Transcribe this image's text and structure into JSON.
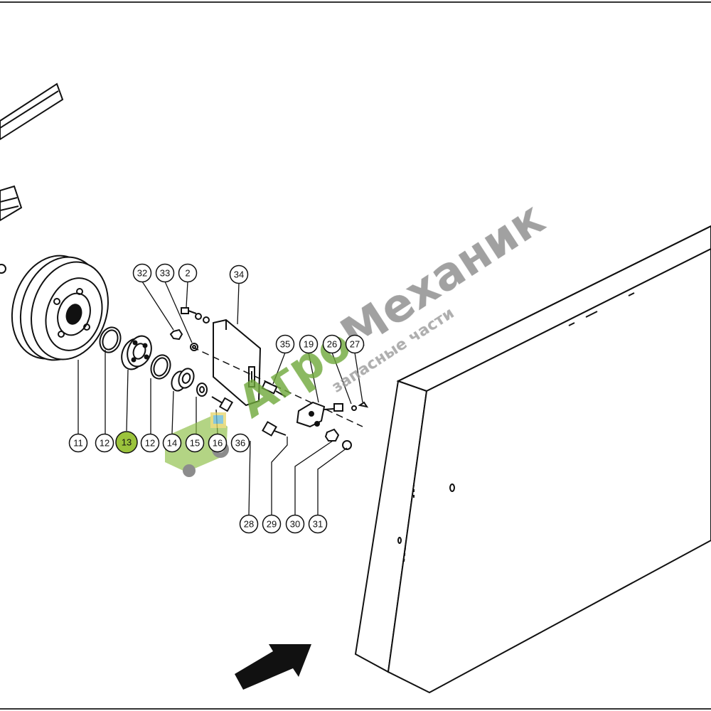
{
  "callouts": [
    {
      "label": "32",
      "highlight": false
    },
    {
      "label": "33",
      "highlight": false
    },
    {
      "label": "2",
      "highlight": false
    },
    {
      "label": "34",
      "highlight": false
    },
    {
      "label": "35",
      "highlight": false
    },
    {
      "label": "19",
      "highlight": false
    },
    {
      "label": "26",
      "highlight": false
    },
    {
      "label": "27",
      "highlight": false
    },
    {
      "label": "11",
      "highlight": false
    },
    {
      "label": "12",
      "highlight": false
    },
    {
      "label": "13",
      "highlight": true
    },
    {
      "label": "12",
      "highlight": false
    },
    {
      "label": "14",
      "highlight": false
    },
    {
      "label": "15",
      "highlight": false
    },
    {
      "label": "16",
      "highlight": false
    },
    {
      "label": "36",
      "highlight": false
    },
    {
      "label": "28",
      "highlight": false
    },
    {
      "label": "29",
      "highlight": false
    },
    {
      "label": "30",
      "highlight": false
    },
    {
      "label": "31",
      "highlight": false
    }
  ],
  "watermark": {
    "brand_prefix": "Агро",
    "brand_suffix": "Механик",
    "subtitle": "запасные части"
  },
  "colors": {
    "highlight": "#9bc33c",
    "watermark_green": "#6fa83a",
    "watermark_gray": "#9a9a9a",
    "line": "#111111"
  }
}
